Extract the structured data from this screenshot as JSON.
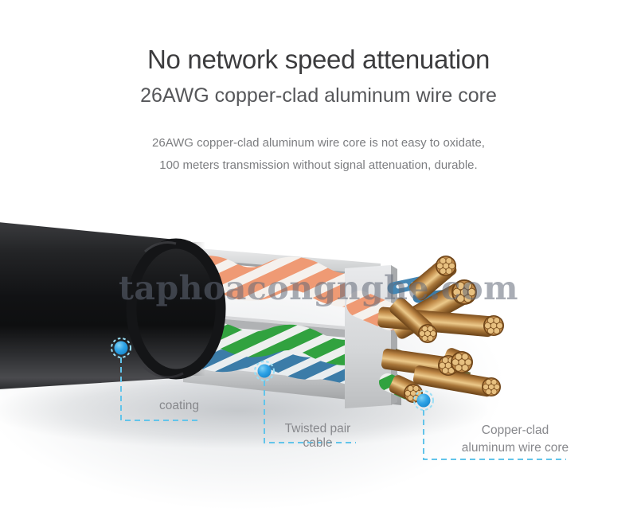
{
  "header": {
    "title": "No network speed attenuation",
    "subtitle": "26AWG copper-clad aluminum wire core",
    "description": [
      "26AWG copper-clad aluminum wire core is not easy to oxidate,",
      "100 meters transmission without signal attenuation, durable."
    ]
  },
  "watermark": {
    "text": "taphoacongnghe.com",
    "color": "#626a78"
  },
  "diagram": {
    "subject": "UTP network cable cutaway illustration",
    "callouts": [
      {
        "id": "coating",
        "label": "coating"
      },
      {
        "id": "twisted-pair",
        "label": "Twisted pair cable"
      },
      {
        "id": "copper-core",
        "lines": [
          "Copper-clad",
          "aluminum wire core"
        ]
      }
    ],
    "colors": {
      "jacket_black": "#1c1d1f",
      "pair_orange": "#ef9a74",
      "pair_green": "#31a23f",
      "pair_blue": "#3b7ca8",
      "separator_gray": "#c0c2c4",
      "copper": "#c08a48",
      "accent_dot_blue": "#2196dd",
      "dashed_line_blue": "#62c4ea",
      "label_text": "#87888c",
      "title_text": "#3c3c3e",
      "subtitle_text": "#56575a",
      "body_text": "#7c7d80"
    }
  }
}
